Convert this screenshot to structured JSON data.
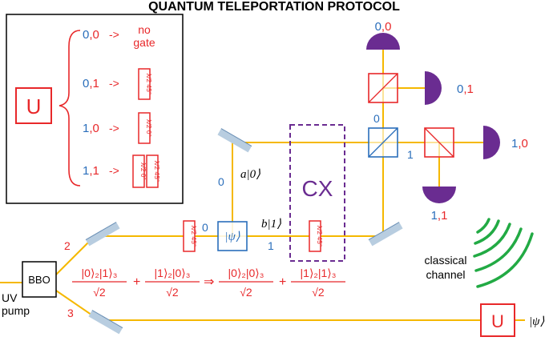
{
  "title": "QUANTUM TELEPORTATION PROTOCOL",
  "colors": {
    "beam": "#f5b800",
    "red": "#e8282a",
    "blue": "#2a6ebb",
    "purple": "#6a2c91",
    "green": "#22aa44",
    "mirror": "#b8cde0"
  },
  "legend": {
    "u_label": "U",
    "rows": [
      {
        "a": "0",
        "sep": ",",
        "b": "0",
        "arrow": "->",
        "gate_line1": "no",
        "gate_line2": "gate"
      },
      {
        "a": "0",
        "sep": ",",
        "b": "1",
        "arrow": "->",
        "gate": "λ/2  45°"
      },
      {
        "a": "1",
        "sep": ",",
        "b": "0",
        "arrow": "->",
        "gate": "λ/2  0°"
      },
      {
        "a": "1",
        "sep": ",",
        "b": "1",
        "arrow": "->",
        "gate_a": "λ/2  45°",
        "gate_b": "λ/2  0°"
      }
    ]
  },
  "source": {
    "box": "BBO",
    "pump_line1": "UV",
    "pump_line2": "pump",
    "port2": "2",
    "port3": "3"
  },
  "equation": {
    "t1_num": "|0⟩₂|1⟩₃",
    "t1_den": "√2",
    "plus1": "+",
    "t2_num": "|1⟩₂|0⟩₃",
    "t2_den": "√2",
    "implies": "⇒",
    "t3_num": "|0⟩₂|0⟩₃",
    "t3_den": "√2",
    "plus2": "+",
    "t4_num": "|1⟩₂|1⟩₃",
    "t4_den": "√2"
  },
  "optics": {
    "hwp_input": "λ/2  45°",
    "hwp_cx": "λ/2  45°",
    "input_port": "0",
    "psi_label": "|ψ⟩",
    "upper_port": "0",
    "lower_port": "1",
    "upper_state": "a|0⟩",
    "lower_state": "b|1⟩",
    "cx_label": "CX",
    "bs_top_port": "0",
    "bs_right_port": "1"
  },
  "detectors": {
    "d00_a": "0",
    "d00_sep": ",",
    "d00_b": "0",
    "d01_a": "0",
    "d01_sep": ",",
    "d01_b": "1",
    "d10_a": "1",
    "d10_sep": ",",
    "d10_b": "0",
    "d11_a": "1",
    "d11_sep": ",",
    "d11_b": "1"
  },
  "classical": {
    "line1": "classical",
    "line2": "channel"
  },
  "output": {
    "u_label": "U",
    "psi_out": "|ψ⟩"
  }
}
